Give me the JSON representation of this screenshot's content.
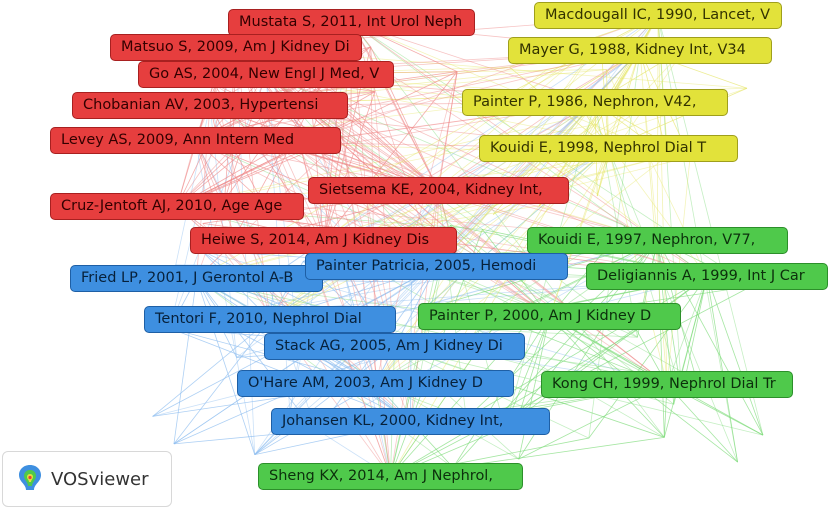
{
  "brand": {
    "name": "VOSviewer",
    "icon": "vosviewer-logo-icon"
  },
  "cluster_colors": {
    "red": "#e63e3e",
    "yellow": "#e2e23a",
    "green": "#4fc94b",
    "blue": "#3e8fe0"
  },
  "edge_colors": {
    "red": "#f08a8a",
    "yellow": "#e6e66a",
    "green": "#7fdc7b",
    "blue": "#8cbcf0"
  },
  "nodes": [
    {
      "id": "n1",
      "label": "Mustata S, 2011, Int Urol Neph",
      "cluster": "red"
    },
    {
      "id": "n2",
      "label": "Matsuo S, 2009, Am J Kidney Di",
      "cluster": "red"
    },
    {
      "id": "n3",
      "label": "Go AS, 2004, New Engl J Med, V",
      "cluster": "red"
    },
    {
      "id": "n4",
      "label": "Chobanian AV, 2003, Hypertensi",
      "cluster": "red"
    },
    {
      "id": "n5",
      "label": "Levey AS, 2009, Ann Intern Med",
      "cluster": "red"
    },
    {
      "id": "n6",
      "label": "Sietsema KE, 2004, Kidney Int,",
      "cluster": "red"
    },
    {
      "id": "n7",
      "label": "Cruz-Jentoft AJ, 2010, Age Age",
      "cluster": "red"
    },
    {
      "id": "n8",
      "label": "Heiwe S, 2014, Am J Kidney Dis",
      "cluster": "red"
    },
    {
      "id": "n9",
      "label": "Macdougall IC, 1990, Lancet, V",
      "cluster": "yellow"
    },
    {
      "id": "n10",
      "label": "Mayer G, 1988, Kidney Int, V34",
      "cluster": "yellow"
    },
    {
      "id": "n11",
      "label": "Painter P, 1986, Nephron, V42,",
      "cluster": "yellow"
    },
    {
      "id": "n12",
      "label": "Kouidi E, 1998, Nephrol Dial T",
      "cluster": "yellow"
    },
    {
      "id": "n13",
      "label": "Kouidi E, 1997, Nephron, V77,",
      "cluster": "green"
    },
    {
      "id": "n14",
      "label": "Deligiannis A, 1999, Int J Car",
      "cluster": "green"
    },
    {
      "id": "n15",
      "label": "Painter P, 2000, Am J Kidney D",
      "cluster": "green"
    },
    {
      "id": "n16",
      "label": "Kong CH, 1999, Nephrol Dial Tr",
      "cluster": "green"
    },
    {
      "id": "n17",
      "label": "Sheng KX, 2014, Am J Nephrol,",
      "cluster": "green"
    },
    {
      "id": "n18",
      "label": "Fried LP, 2001, J Gerontol A-B",
      "cluster": "blue"
    },
    {
      "id": "n19",
      "label": "Painter Patricia, 2005, Hemodi",
      "cluster": "blue"
    },
    {
      "id": "n20",
      "label": "Tentori F, 2010, Nephrol Dial",
      "cluster": "blue"
    },
    {
      "id": "n21",
      "label": "Stack AG, 2005, Am J Kidney Di",
      "cluster": "blue"
    },
    {
      "id": "n22",
      "label": "O'Hare AM, 2003, Am J Kidney D",
      "cluster": "blue"
    },
    {
      "id": "n23",
      "label": "Johansen KL, 2000, Kidney Int,",
      "cluster": "blue"
    }
  ]
}
